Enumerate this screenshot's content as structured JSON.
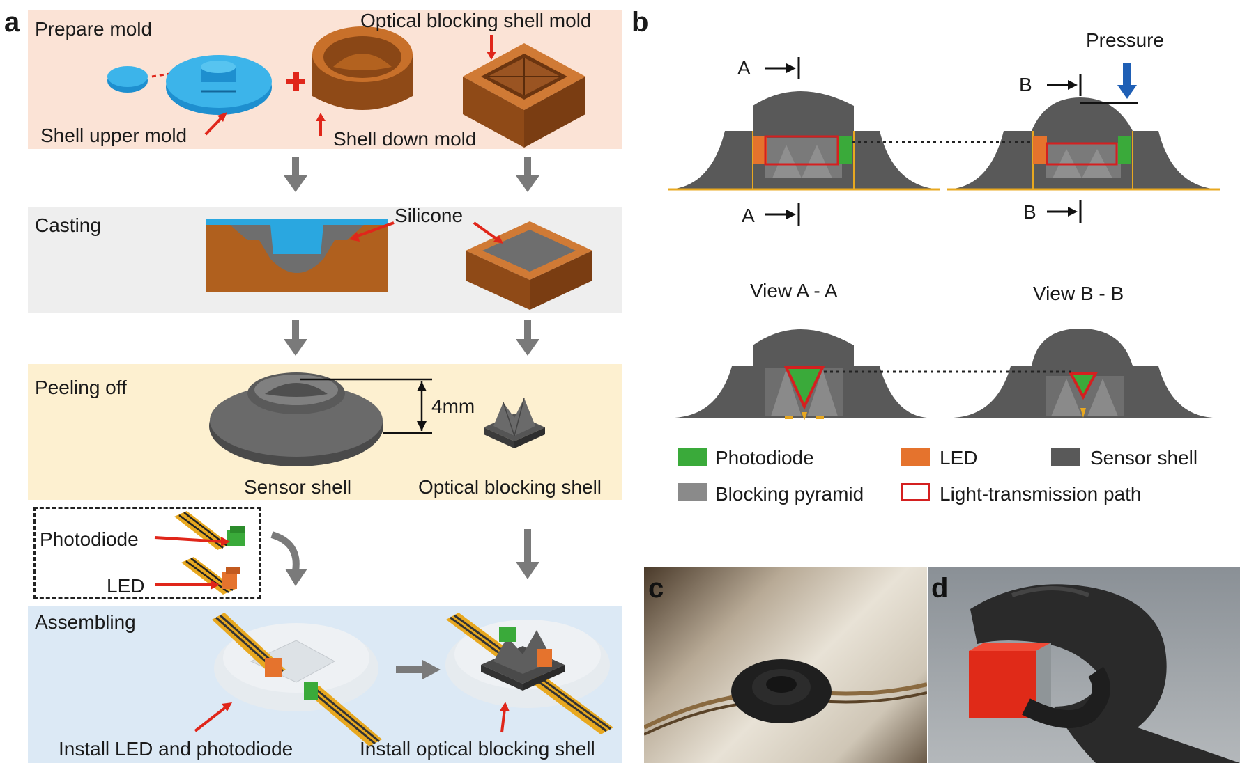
{
  "panels": {
    "a": "a",
    "b": "b",
    "c": "c",
    "d": "d"
  },
  "panel_a": {
    "steps": {
      "prepare": "Prepare mold",
      "casting": "Casting",
      "peeling": "Peeling off",
      "assembling": "Assembling"
    },
    "labels": {
      "optical_mold": "Optical blocking shell mold",
      "shell_upper": "Shell upper mold",
      "shell_down": "Shell down mold",
      "silicone": "Silicone",
      "dimension": "4mm",
      "sensor_shell": "Sensor shell",
      "optical_shell": "Optical blocking shell",
      "photodiode": "Photodiode",
      "led": "LED",
      "install_led": "Install LED and photodiode",
      "install_optical": "Install optical blocking shell"
    },
    "colors": {
      "prepare_bg": "#fbe3d6",
      "casting_bg": "#eeeeee",
      "peeling_bg": "#fdf0d0",
      "assembling_bg": "#dce9f5",
      "mold_blue": "#2aa7e0",
      "mold_copper": "#b5611f",
      "arrow_red": "#e0261a",
      "flow_arrow": "#7a7a7a"
    }
  },
  "panel_b": {
    "section_a_left": "A",
    "section_a_left_bottom": "A",
    "section_b_right": "B",
    "section_b_right_bottom": "B",
    "pressure": "Pressure",
    "view_a": "View A - A",
    "view_b": "View B - B",
    "legend": {
      "photodiode": "Photodiode",
      "led": "LED",
      "sensor_shell": "Sensor shell",
      "blocking_pyramid": "Blocking pyramid",
      "light_path": "Light-transmission path"
    },
    "colors": {
      "photodiode": "#3aaa3a",
      "led": "#e5732d",
      "sensor_shell": "#595959",
      "blocking_pyramid": "#8a8a8a",
      "light_path": "#d42020",
      "pressure_arrow": "#1f5fb5"
    }
  }
}
